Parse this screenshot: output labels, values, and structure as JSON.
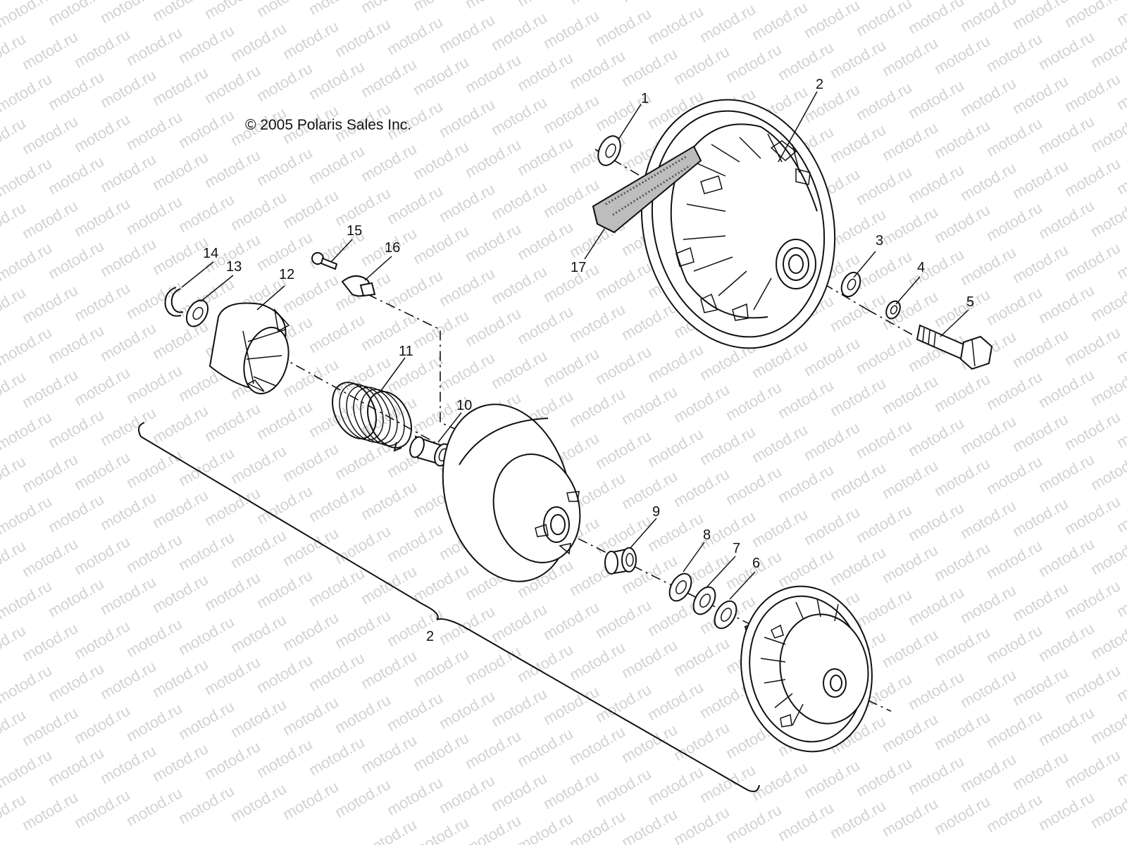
{
  "copyright": "© 2005 Polaris Sales Inc.",
  "watermark": "motod.ru",
  "callouts": {
    "c1": "1",
    "c2": "2",
    "c3": "3",
    "c4": "4",
    "c5": "5",
    "c6": "6",
    "c7": "7",
    "c8": "8",
    "c9": "9",
    "c10": "10",
    "c11": "11",
    "c12": "12",
    "c13": "13",
    "c14": "14",
    "c15": "15",
    "c16": "16",
    "c17": "17",
    "assembly": "2"
  }
}
